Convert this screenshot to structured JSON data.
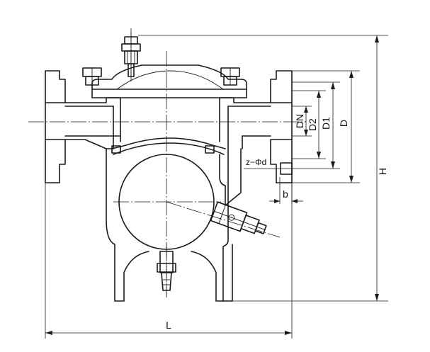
{
  "dimensions": {
    "dn": "DN",
    "d2": "D2",
    "d1": "D1",
    "d": "D",
    "h": "H",
    "l": "L",
    "b": "b",
    "bolt_holes": "z−Φd"
  }
}
